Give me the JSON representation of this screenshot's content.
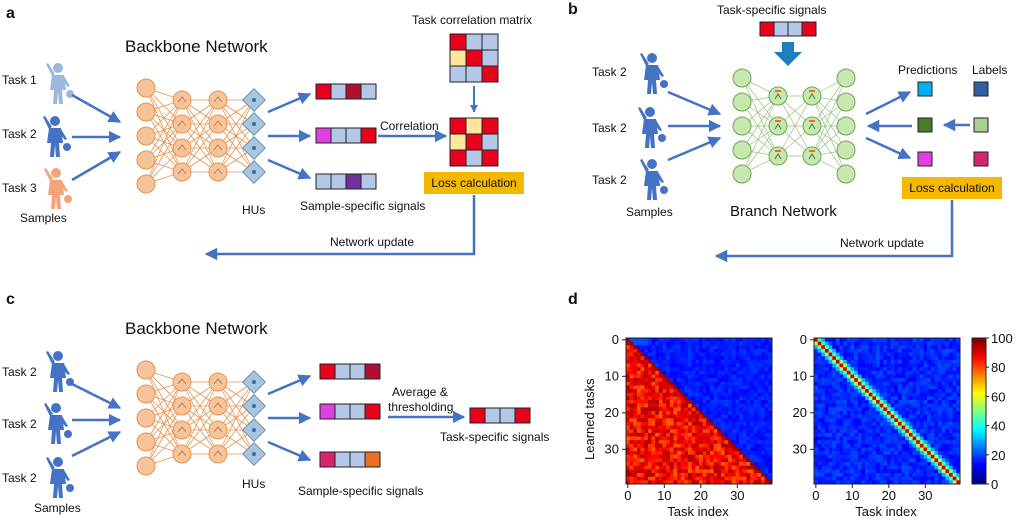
{
  "panels": {
    "a": {
      "letter": "a",
      "title": "Backbone Network",
      "tasks": [
        "Task 1",
        "Task 2",
        "Task 3"
      ],
      "samples_label": "Samples",
      "hus_label": "HUs",
      "signals_label": "Sample-specific signals",
      "matrix_label": "Task correlation matrix",
      "correlation_label": "Correlation",
      "loss_label": "Loss calculation",
      "update_label": "Network update"
    },
    "b": {
      "letter": "b",
      "task_signals_label": "Task-specific signals",
      "tasks": [
        "Task 2",
        "Task 2",
        "Task 2"
      ],
      "samples_label": "Samples",
      "title": "Branch  Network",
      "predictions_label": "Predictions",
      "labels_label": "Labels",
      "loss_label": "Loss calculation",
      "update_label": "Network update"
    },
    "c": {
      "letter": "c",
      "title": "Backbone Network",
      "tasks": [
        "Task 2",
        "Task 2",
        "Task 2"
      ],
      "samples_label": "Samples",
      "hus_label": "HUs",
      "signals_label": "Sample-specific signals",
      "avg_label_1": "Average &",
      "avg_label_2": "thresholding",
      "task_signals_label": "Task-specific signals"
    },
    "d": {
      "letter": "d"
    }
  },
  "colors": {
    "backbone_node": "#f5c49a",
    "backbone_node_stroke": "#e8924f",
    "hu_node": "#a9c6e0",
    "branch_node": "#c8e6b0",
    "branch_node_stroke": "#6aa84f",
    "arrow": "#4472c4",
    "loss_box": "#f5b800",
    "signal_red": "#e8001c",
    "signal_blue": "#b4c7e7",
    "signal_magenta": "#e040e0",
    "signal_purple": "#7030a0",
    "signal_darkred": "#b01030",
    "signal_orange": "#e87020",
    "task1_person": "#9db8e0",
    "task2_person": "#4472c4",
    "task3_person": "#f4a47a",
    "pred_cyan": "#00b0f0",
    "pred_green": "#4a7a2c",
    "pred_magenta": "#e040e0",
    "label_blue": "#2e5fa3",
    "label_lightgreen": "#a9d18e",
    "label_crimson": "#d6246e"
  },
  "chart_data": [
    {
      "type": "heatmap",
      "title": "",
      "xlabel": "Task index",
      "ylabel": "Learned tasks",
      "x_ticks": [
        "0",
        "10",
        "20",
        "30"
      ],
      "y_ticks": [
        "0",
        "10",
        "20",
        "30"
      ],
      "n": 40,
      "xlim": [
        0,
        39
      ],
      "ylim": [
        0,
        39
      ],
      "pattern": "lower-triangular: red/orange for task index <= learned task, blue above diagonal"
    },
    {
      "type": "heatmap",
      "title": "",
      "xlabel": "Task index",
      "ylabel": "",
      "x_ticks": [
        "0",
        "10",
        "20",
        "30"
      ],
      "y_ticks": [
        "0",
        "10",
        "20",
        "30"
      ],
      "n": 40,
      "xlim": [
        0,
        39
      ],
      "ylim": [
        0,
        39
      ],
      "pattern": "diagonal: red/yellow on diagonal, blue elsewhere"
    }
  ],
  "colorbar": {
    "ticks": [
      "100",
      "80",
      "60",
      "40",
      "20",
      "0"
    ],
    "range": [
      0,
      100
    ]
  }
}
